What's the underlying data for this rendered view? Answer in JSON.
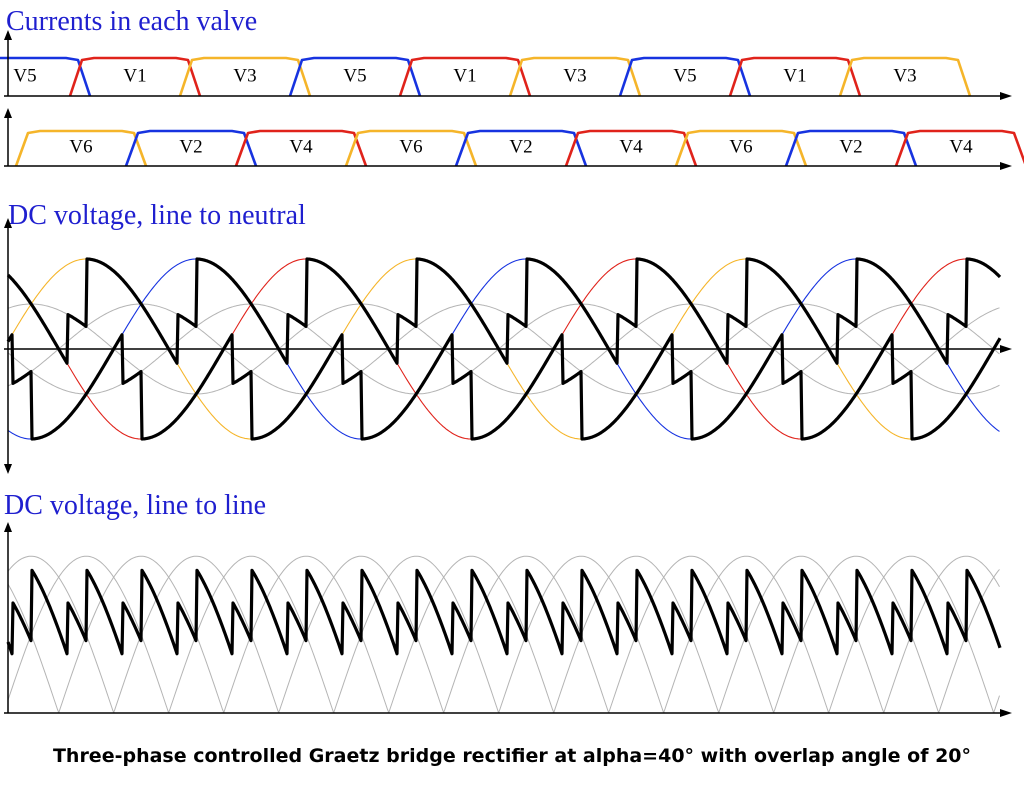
{
  "panels": {
    "currents_title": "Currents in each valve",
    "ln_title": "DC voltage, line to neutral",
    "ll_title": "DC voltage, line to line"
  },
  "caption": "Three-phase controlled Graetz bridge rectifier at alpha=40° with overlap angle of 20°",
  "valves": {
    "upper": [
      "V5",
      "V1",
      "V3",
      "V5",
      "V1",
      "V3",
      "V5",
      "V1",
      "V3"
    ],
    "lower": [
      "V6",
      "V2",
      "V4",
      "V6",
      "V2",
      "V4",
      "V6",
      "V2",
      "V4"
    ]
  },
  "colors": {
    "title": "#1f1fcf",
    "phase_red": "#e0231b",
    "phase_yellow": "#f5b52a",
    "phase_blue": "#1733e0",
    "grey": "#b4b4b4"
  }
}
